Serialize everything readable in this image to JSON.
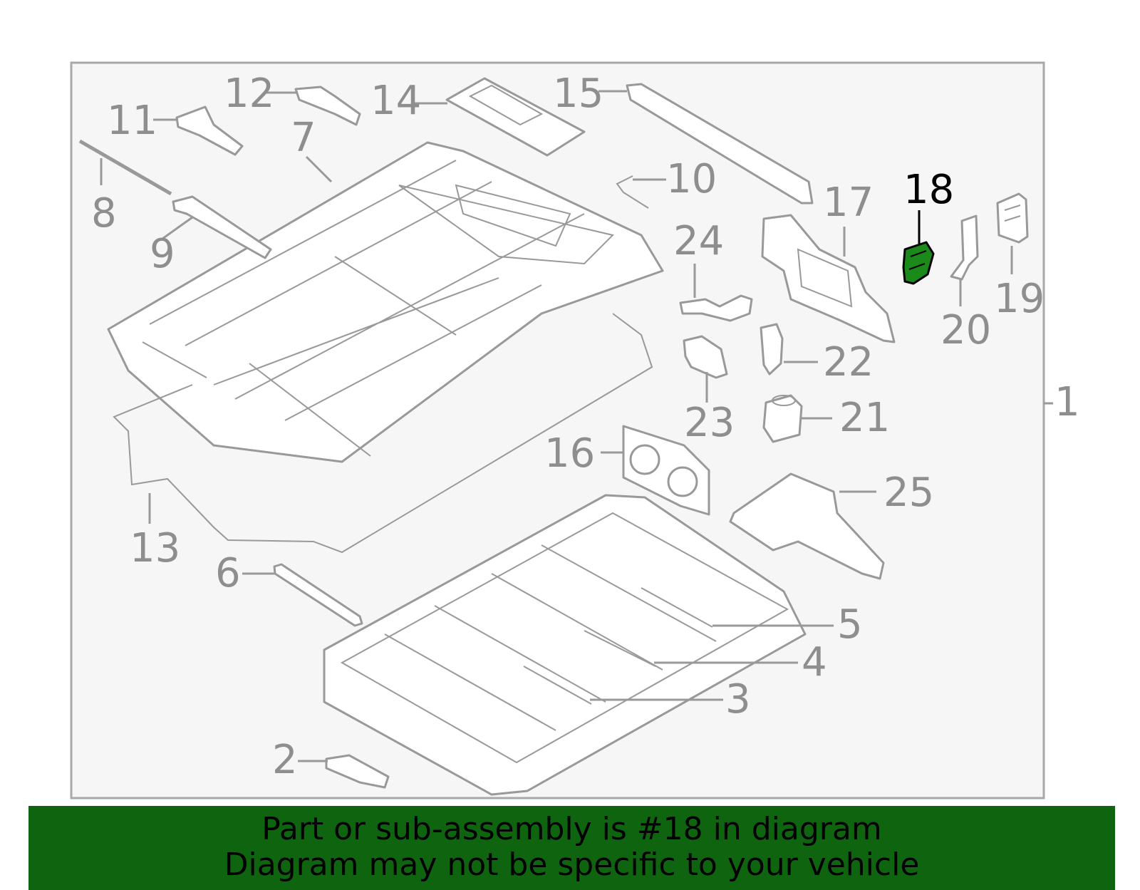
{
  "callouts": {
    "c1": "1",
    "c2": "2",
    "c3": "3",
    "c4": "4",
    "c5": "5",
    "c6": "6",
    "c7": "7",
    "c8": "8",
    "c9": "9",
    "c10": "10",
    "c11": "11",
    "c12": "12",
    "c13": "13",
    "c14": "14",
    "c15": "15",
    "c16": "16",
    "c17": "17",
    "c18": "18",
    "c19": "19",
    "c20": "20",
    "c21": "21",
    "c22": "22",
    "c23": "23",
    "c24": "24",
    "c25": "25"
  },
  "highlighted_part": "18",
  "colors": {
    "highlight_part": "#1a8a1a",
    "banner_background": "#0f6410",
    "diagram_line": "#999999",
    "diagram_background": "#f6f6f6"
  },
  "banner": {
    "line1": "Part or sub-assembly is #18 in diagram",
    "line2": "Diagram may not be specific to your vehicle"
  }
}
